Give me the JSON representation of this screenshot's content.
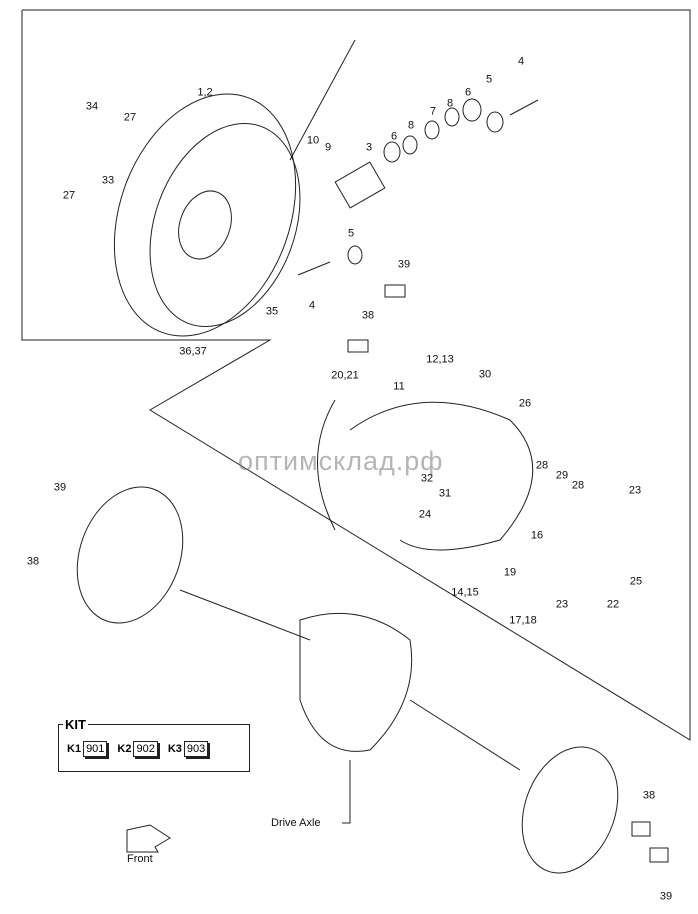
{
  "diagram": {
    "title": "Brake drum / drive axle exploded parts diagram",
    "watermark": "оптимсклад.рф",
    "callouts": [
      {
        "id": "c-1-2",
        "text": "1,2"
      },
      {
        "id": "c-3",
        "text": "3"
      },
      {
        "id": "c-4a",
        "text": "4"
      },
      {
        "id": "c-4b",
        "text": "4"
      },
      {
        "id": "c-5a",
        "text": "5"
      },
      {
        "id": "c-5b",
        "text": "5"
      },
      {
        "id": "c-6a",
        "text": "6"
      },
      {
        "id": "c-6b",
        "text": "6"
      },
      {
        "id": "c-7",
        "text": "7"
      },
      {
        "id": "c-8a",
        "text": "8"
      },
      {
        "id": "c-8b",
        "text": "8"
      },
      {
        "id": "c-9",
        "text": "9"
      },
      {
        "id": "c-10",
        "text": "10"
      },
      {
        "id": "c-11",
        "text": "11"
      },
      {
        "id": "c-12-13",
        "text": "12,13"
      },
      {
        "id": "c-14-15",
        "text": "14,15"
      },
      {
        "id": "c-16",
        "text": "16"
      },
      {
        "id": "c-17-18",
        "text": "17,18"
      },
      {
        "id": "c-19",
        "text": "19"
      },
      {
        "id": "c-20-21",
        "text": "20,21"
      },
      {
        "id": "c-22",
        "text": "22"
      },
      {
        "id": "c-23a",
        "text": "23"
      },
      {
        "id": "c-23b",
        "text": "23"
      },
      {
        "id": "c-24",
        "text": "24"
      },
      {
        "id": "c-25",
        "text": "25"
      },
      {
        "id": "c-26",
        "text": "26"
      },
      {
        "id": "c-27a",
        "text": "27"
      },
      {
        "id": "c-27b",
        "text": "27"
      },
      {
        "id": "c-28a",
        "text": "28"
      },
      {
        "id": "c-28b",
        "text": "28"
      },
      {
        "id": "c-29",
        "text": "29"
      },
      {
        "id": "c-30",
        "text": "30"
      },
      {
        "id": "c-31",
        "text": "31"
      },
      {
        "id": "c-32",
        "text": "32"
      },
      {
        "id": "c-33",
        "text": "33"
      },
      {
        "id": "c-34",
        "text": "34"
      },
      {
        "id": "c-35",
        "text": "35"
      },
      {
        "id": "c-36-37",
        "text": "36,37"
      },
      {
        "id": "c-38a",
        "text": "38"
      },
      {
        "id": "c-38b",
        "text": "38"
      },
      {
        "id": "c-38c",
        "text": "38"
      },
      {
        "id": "c-39a",
        "text": "39"
      },
      {
        "id": "c-39b",
        "text": "39"
      },
      {
        "id": "c-39c",
        "text": "39"
      }
    ],
    "kit": {
      "title": "KIT",
      "items": [
        {
          "key": "K1",
          "number": "901"
        },
        {
          "key": "K2",
          "number": "902"
        },
        {
          "key": "K3",
          "number": "903"
        }
      ]
    },
    "drive_axle_label": "Drive Axle",
    "front_label": "Front"
  }
}
